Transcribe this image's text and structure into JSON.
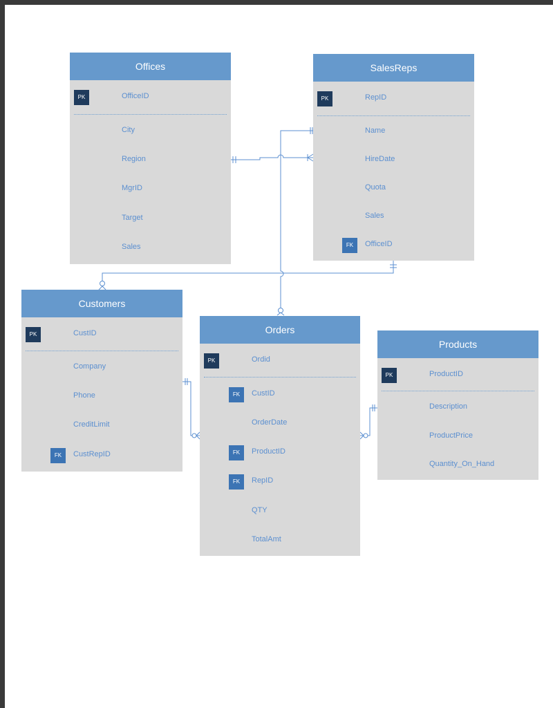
{
  "entities": {
    "offices": {
      "title": "Offices",
      "fields": [
        {
          "key": "PK",
          "name": "OfficeID"
        },
        {
          "key": "",
          "name": "City"
        },
        {
          "key": "",
          "name": "Region"
        },
        {
          "key": "",
          "name": "MgrID"
        },
        {
          "key": "",
          "name": "Target"
        },
        {
          "key": "",
          "name": "Sales"
        }
      ]
    },
    "salesreps": {
      "title": "SalesReps",
      "fields": [
        {
          "key": "PK",
          "name": "RepID"
        },
        {
          "key": "",
          "name": "Name"
        },
        {
          "key": "",
          "name": "HireDate"
        },
        {
          "key": "",
          "name": "Quota"
        },
        {
          "key": "",
          "name": "Sales"
        },
        {
          "key": "FK",
          "name": "OfficeID"
        }
      ]
    },
    "customers": {
      "title": "Customers",
      "fields": [
        {
          "key": "PK",
          "name": "CustID"
        },
        {
          "key": "",
          "name": "Company"
        },
        {
          "key": "",
          "name": "Phone"
        },
        {
          "key": "",
          "name": "CreditLimit"
        },
        {
          "key": "FK",
          "name": "CustRepID"
        }
      ]
    },
    "orders": {
      "title": "Orders",
      "fields": [
        {
          "key": "PK",
          "name": "Ordid"
        },
        {
          "key": "FK",
          "name": "CustID"
        },
        {
          "key": "",
          "name": "OrderDate"
        },
        {
          "key": "FK",
          "name": "ProductID"
        },
        {
          "key": "FK",
          "name": "RepID"
        },
        {
          "key": "",
          "name": "QTY"
        },
        {
          "key": "",
          "name": "TotalAmt"
        }
      ]
    },
    "products": {
      "title": "Products",
      "fields": [
        {
          "key": "PK",
          "name": "ProductID"
        },
        {
          "key": "",
          "name": "Description"
        },
        {
          "key": "",
          "name": "ProductPrice"
        },
        {
          "key": "",
          "name": "Quantity_On_Hand"
        }
      ]
    }
  },
  "colors": {
    "header": "#6699cc",
    "body": "#d9d9d9",
    "field_text": "#5b8fd0",
    "pk_badge": "#1f3b5c",
    "fk_badge": "#3c74b4",
    "connector": "#5b8fd0"
  }
}
